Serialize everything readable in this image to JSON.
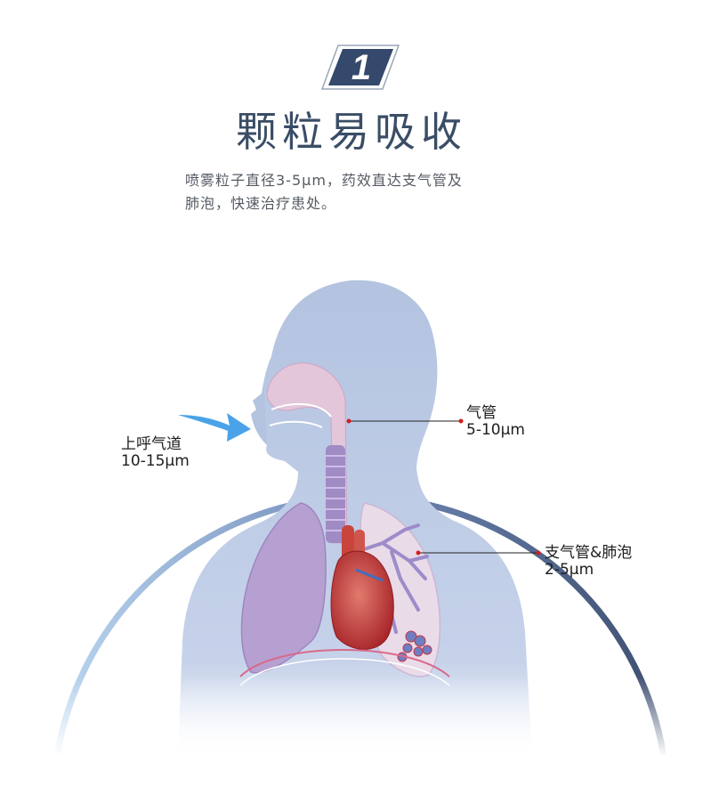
{
  "badge": {
    "number": "1"
  },
  "title": "颗粒易吸收",
  "subtitle": "喷雾粒子直径3-5μm，药效直达支气管及\n肺泡，快速治疗患处。",
  "annotations": {
    "upper_airway": {
      "name": "上呼气道",
      "size": "10-15μm"
    },
    "trachea": {
      "name": "气管",
      "size": "5-10μm"
    },
    "bronchi_alveoli": {
      "name": "支气管&肺泡",
      "size": "2-5μm"
    }
  },
  "colors": {
    "title": "#3a4d66",
    "accent_dark": "#34496b",
    "arrow": "#4aa3e8",
    "marker": "#d81e1e"
  }
}
